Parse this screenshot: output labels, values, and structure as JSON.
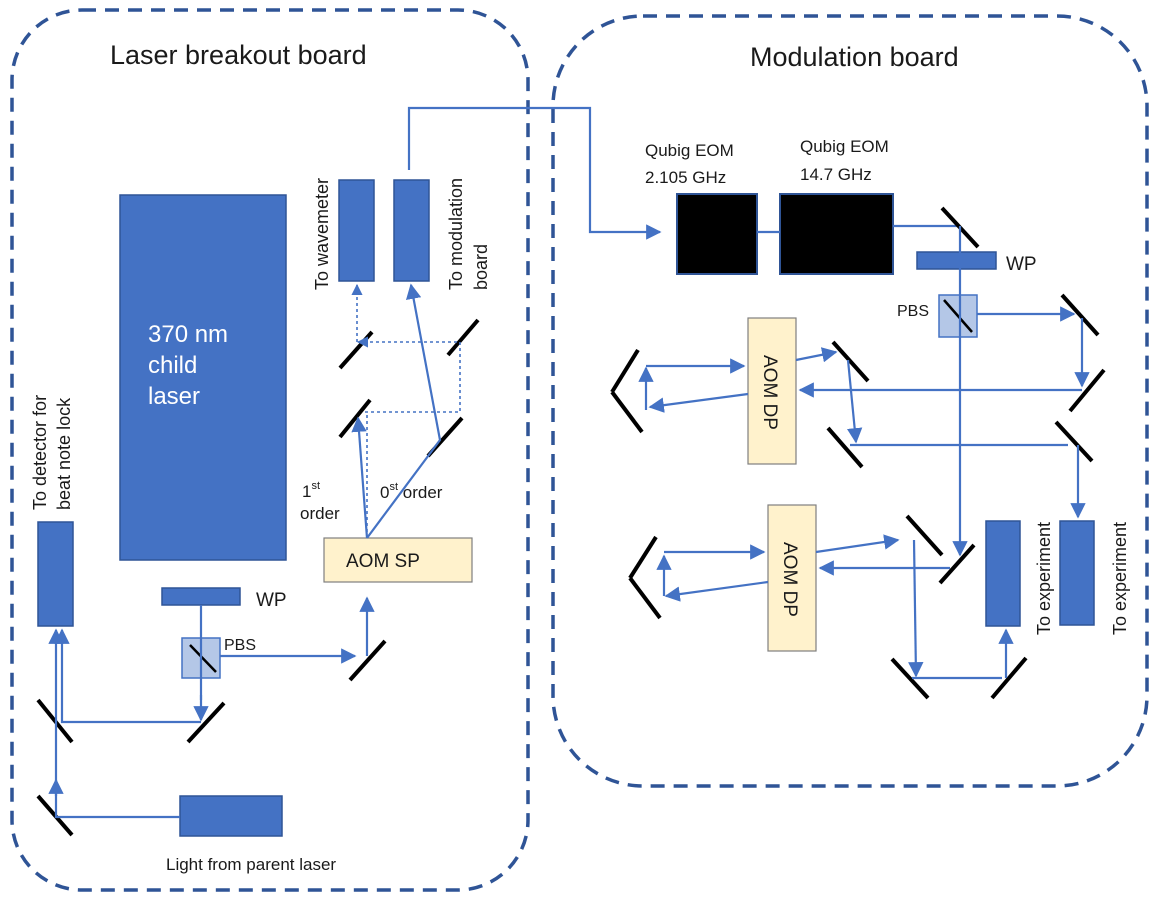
{
  "boards": {
    "left_title": "Laser breakout board",
    "right_title": "Modulation board"
  },
  "labels": {
    "child_laser_line1": "370 nm",
    "child_laser_line2": "child",
    "child_laser_line3": "laser",
    "to_wavemeter": "To wavemeter",
    "to_modulation_line1": "To modulation",
    "to_modulation_line2": "board",
    "to_detector_line1": "To detector for",
    "to_detector_line2": "beat note lock",
    "wp_left": "WP",
    "pbs_left": "PBS",
    "aom_sp": "AOM SP",
    "first_order_sup_base": "1",
    "first_order_sup": "st",
    "first_order_word": "order",
    "zeroth_order_base": "0",
    "zeroth_order_sup": "st",
    "zeroth_order_word": " order",
    "parent_laser": "Light from parent laser",
    "eom1_line1": "Qubig EOM",
    "eom1_line2": "2.105 GHz",
    "eom2_line1": "Qubig  EOM",
    "eom2_line2": "14.7 GHz",
    "wp_right": "WP",
    "pbs_right": "PBS",
    "aom_dp_top": "AOM DP",
    "aom_dp_bottom": "AOM DP",
    "to_experiment_1": "To experiment",
    "to_experiment_2": "To experiment"
  },
  "colors": {
    "component_blue": "#4472c4",
    "beam_blue": "#4472c4",
    "aom_fill": "#fff2cc",
    "eom_fill": "#000000",
    "board_outline": "#2f5496"
  }
}
